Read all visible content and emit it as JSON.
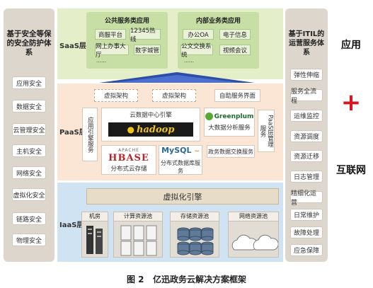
{
  "left": {
    "title": "基于安全等保的安全防护体系",
    "items": [
      "应用安全",
      "数据安全",
      "云管理安全",
      "主机安全",
      "网络安全",
      "虚拟化安全",
      "链路安全",
      "物理安全"
    ]
  },
  "right": {
    "title": "基于ITIL的运营服务体系",
    "items": [
      "弹性伸缩",
      "服务全流程",
      "运维监控",
      "资源调度",
      "资源迁移",
      "日志管理",
      "精细化运营",
      "日常维护",
      "故障处理",
      "应急保障"
    ]
  },
  "far_right": {
    "top": "应用",
    "plus": "+",
    "bottom": "互联网"
  },
  "saas": {
    "label": "SaaS层",
    "public": {
      "title": "公共服务类应用",
      "items": [
        "商服平台",
        "12345热线",
        "网上办事大厅",
        "数字城管"
      ],
      "more": "……"
    },
    "internal": {
      "title": "内部业务类应用",
      "items": [
        "办公OA",
        "电子信息",
        "公文交换系统",
        "视频会议"
      ],
      "more": "……"
    }
  },
  "paas": {
    "label": "PaaS层",
    "virt1": "虚拟架构",
    "virt2": "虚拟架构",
    "self_service": "自助服务界面",
    "app_engine": "应用引擎服务",
    "cloud_engine": "云数据中心引擎",
    "hadoop": "hadoop",
    "greenplum": "Greenplum",
    "bigdata": "大数据分析服务",
    "paas_mgmt": "PaaS层管理服务",
    "apache": "APACHE",
    "hbase": "HBASE",
    "mysql": "MySQL",
    "exchange": "政务数据交换服务",
    "dist_store": "分布式云存储",
    "dist_db": "分布式数据库服务"
  },
  "iaas": {
    "label": "IaaS层",
    "virtualization": "虚拟化引擎",
    "pools": [
      "机房",
      "计算资源池",
      "存储资源池",
      "网络资源池"
    ]
  },
  "caption": "图 2   亿迅政务云解决方案框架",
  "colors": {
    "saas_bg": "#e4efc9",
    "paas_bg": "#fbe6d6",
    "iaas_bg": "#cfe3f3",
    "side_bg": "#dcd6cd",
    "plus": "#d9141c"
  }
}
